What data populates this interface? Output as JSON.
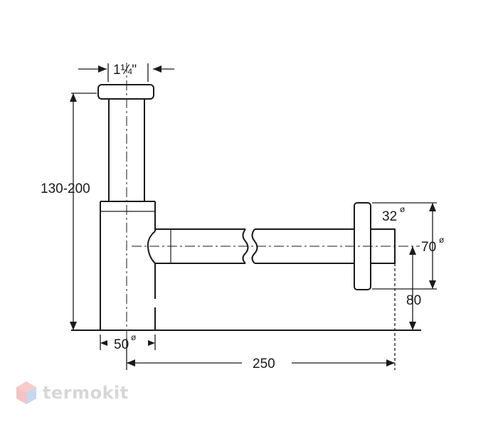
{
  "dimensions": {
    "inlet_thread": "1¼\"",
    "height_range": "130-200",
    "outlet_diameter": "32",
    "flange_diameter": "70",
    "outlet_height": "80",
    "body_diameter": "50",
    "length": "250",
    "diameter_symbol": "ø"
  },
  "watermark": {
    "brand": "termokit",
    "logo_color": "#e87a7a",
    "logo_color_light": "#7fa9d8"
  }
}
